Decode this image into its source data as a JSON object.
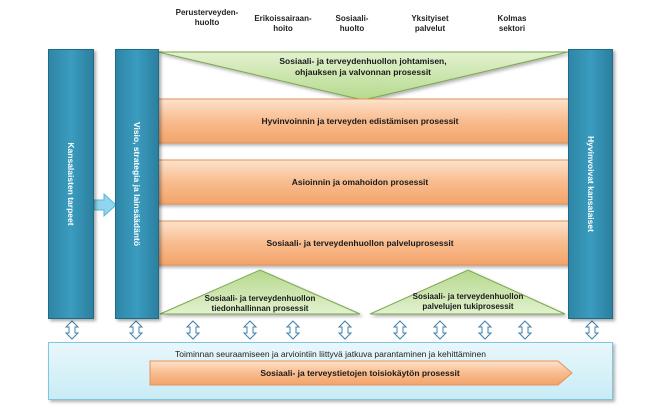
{
  "columns": [
    "Perusterveyden-\nhuolto",
    "Erikoissairaan-\nhoito",
    "Sosiaali-\nhuolto",
    "Yksityiset\npalvelut",
    "Kolmas\nsektori"
  ],
  "left_bar": "Kansalaisten tarpeet",
  "strategy_bar": "Visio, strategia ja lainsäädäntö",
  "right_bar": "Hyvinvoivat kansalaiset",
  "top_triangle": "Sosiaali- ja terveydenhuollon johtamisen,\nohjauksen ja valvonnan prosessit",
  "processes": [
    "Hyvinvoinnin ja terveyden edistämisen prosessit",
    "Asioinnin ja omahoidon prosessit",
    "Sosiaali- ja terveydenhuollon palveluprosessit"
  ],
  "bottom_triangles": [
    "Sosiaali- ja terveydenhuollon\ntiedonhallinnan prosessit",
    "Sosiaali- ja terveydenhuollon\npalvelujen tukiprosessit"
  ],
  "bottom_panel": {
    "title": "Toiminnan seuraamiseen ja arviointiin liittyvä jatkuva parantaminen ja kehittäminen",
    "process": "Sosiaali- ja terveystietojen toisiokäytön prosessit"
  },
  "colors": {
    "bar_blue": "#2f86a6",
    "process_orange": "#f6b27f",
    "triangle_green": "#c3e0a0",
    "panel_blue": "#d8f1f8"
  }
}
